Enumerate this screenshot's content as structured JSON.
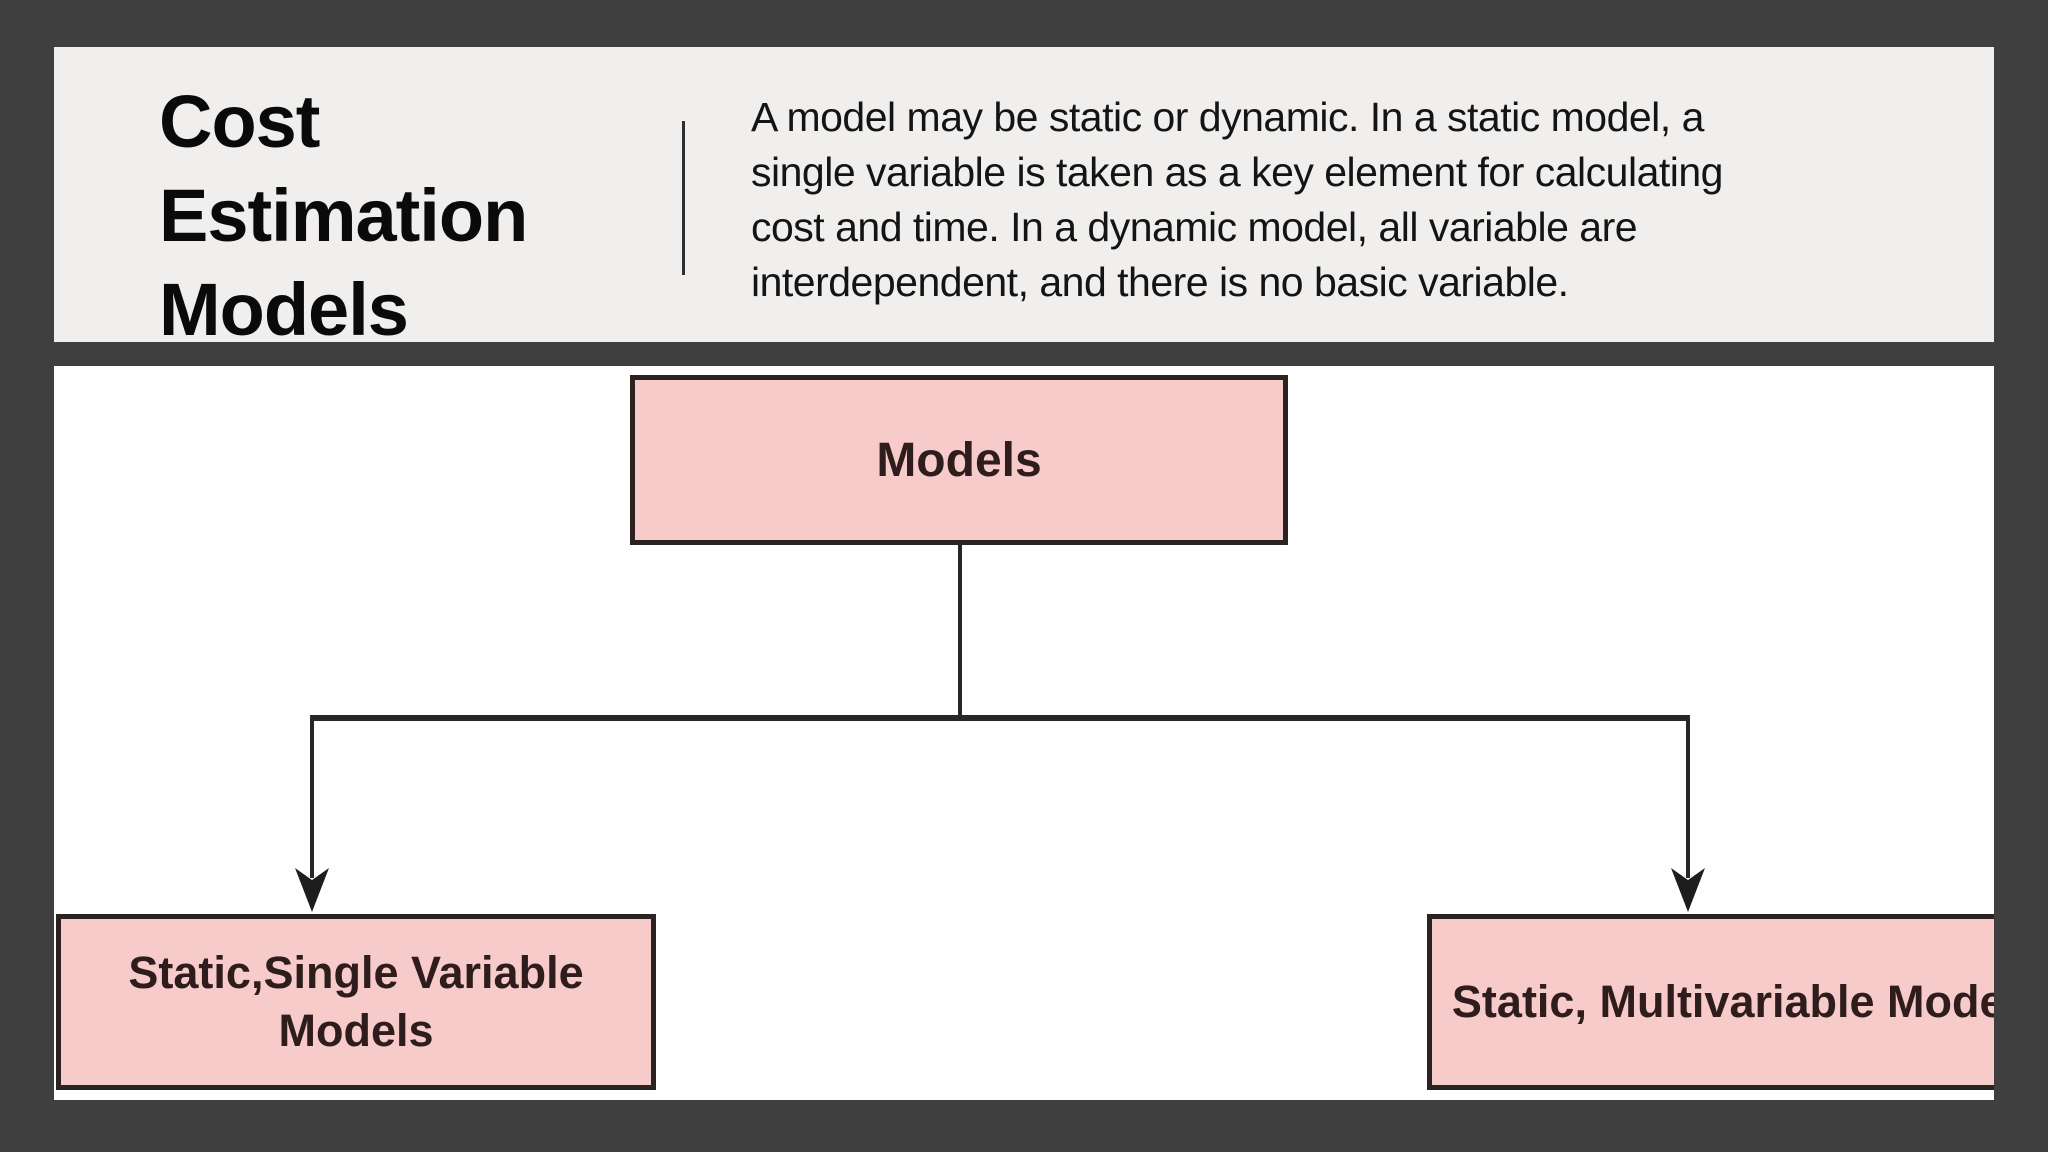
{
  "header": {
    "title": "Cost Estimation Models",
    "description": "A model may be static or dynamic. In a static model, a single variable is taken as a key element for calculating cost and time. In a dynamic model, all variable are interdependent, and there is no basic variable.",
    "description_lines": [
      "A model may be static or dynamic. In a static model, a",
      "single variable is taken as a key element for calculating",
      "cost and time. In a dynamic model, all variable are",
      "interdependent, and there is no basic variable."
    ]
  },
  "diagram": {
    "type": "flowchart",
    "nodes": [
      {
        "id": "models",
        "label": "Models"
      },
      {
        "id": "static-single-variable",
        "label": "Static,Single Variable Models"
      },
      {
        "id": "static-multivariable",
        "label": "Static, Multivariable Models"
      }
    ],
    "edges": [
      {
        "from": "models",
        "to": "static-single-variable"
      },
      {
        "from": "models",
        "to": "static-multivariable"
      }
    ]
  },
  "colors": {
    "background": "#3f3f3f",
    "header_bg": "#f0efee",
    "panel_bg": "#fffefe",
    "node_fill": "#f7cbca",
    "node_border": "#2d2222",
    "connector": "#262626",
    "text": "#141414"
  }
}
